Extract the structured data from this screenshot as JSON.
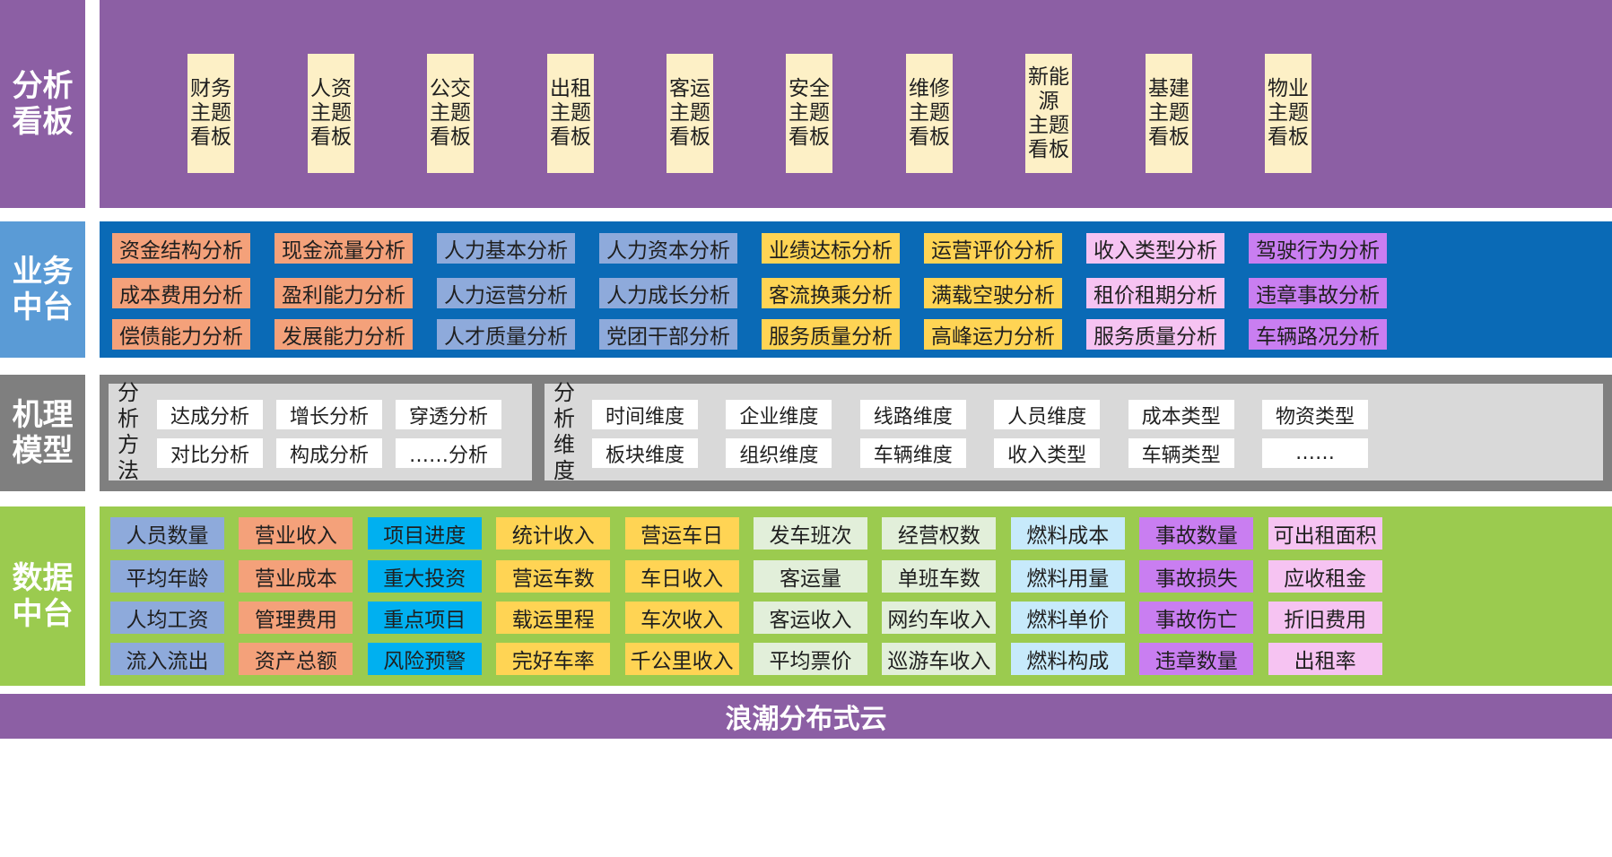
{
  "rows": {
    "analysis": {
      "label": "分析\n看板",
      "color": "#8c5fa4"
    },
    "business": {
      "label": "业务\n中台",
      "color": "#5a9bd6"
    },
    "model": {
      "label": "机理\n模型",
      "color": "#7f7f7f"
    },
    "data": {
      "label": "数据\n中台",
      "color": "#9bcb4f"
    }
  },
  "dashboards": [
    "财务\n主题\n看板",
    "人资\n主题\n看板",
    "公交\n主题\n看板",
    "出租\n主题\n看板",
    "客运\n主题\n看板",
    "安全\n主题\n看板",
    "维修\n主题\n看板",
    "新能\n源\n主题\n看板",
    "基建\n主题\n看板",
    "物业\n主题\n看板"
  ],
  "business_columns": [
    {
      "color": "#f4a17a",
      "items": [
        "资金结构分析",
        "成本费用分析",
        "偿债能力分析"
      ]
    },
    {
      "color": "#f4a17a",
      "items": [
        "现金流量分析",
        "盈利能力分析",
        "发展能力分析"
      ]
    },
    {
      "color": "#8eaadb",
      "items": [
        "人力基本分析",
        "人力运营分析",
        "人才质量分析"
      ]
    },
    {
      "color": "#8eaadb",
      "items": [
        "人力资本分析",
        "人力成长分析",
        "党团干部分析"
      ]
    },
    {
      "color": "#ffd454",
      "items": [
        "业绩达标分析",
        "客流换乘分析",
        "服务质量分析"
      ]
    },
    {
      "color": "#ffd454",
      "items": [
        "运营评价分析",
        "满载空驶分析",
        "高峰运力分析"
      ]
    },
    {
      "color": "#f6c3f2",
      "items": [
        "收入类型分析",
        "租价租期分析",
        "服务质量分析"
      ]
    },
    {
      "color": "#c97ef1",
      "items": [
        "驾驶行为分析",
        "违章事故分析",
        "车辆路况分析"
      ]
    }
  ],
  "methods": {
    "label": [
      "分",
      "析",
      "方",
      "法"
    ],
    "items": [
      "达成分析",
      "增长分析",
      "穿透分析",
      "对比分析",
      "构成分析",
      "……分析"
    ]
  },
  "dimensions": {
    "label": [
      "分",
      "析",
      "维",
      "度"
    ],
    "items": [
      "时间维度",
      "企业维度",
      "线路维度",
      "人员维度",
      "成本类型",
      "物资类型",
      "板块维度",
      "组织维度",
      "车辆维度",
      "收入类型",
      "车辆类型",
      "……"
    ]
  },
  "data_columns": [
    {
      "color": "#8eaadb",
      "items": [
        "人员数量",
        "平均年龄",
        "人均工资",
        "流入流出"
      ]
    },
    {
      "color": "#f4a17a",
      "items": [
        "营业收入",
        "营业成本",
        "管理费用",
        "资产总额"
      ]
    },
    {
      "color": "#00b0f0",
      "items": [
        "项目进度",
        "重大投资",
        "重点项目",
        "风险预警"
      ]
    },
    {
      "color": "#ffd454",
      "items": [
        "统计收入",
        "营运车数",
        "载运里程",
        "完好车率"
      ]
    },
    {
      "color": "#ffd454",
      "items": [
        "营运车日",
        "车日收入",
        "车次收入",
        "千公里收入"
      ]
    },
    {
      "color": "#e2efda",
      "items": [
        "发车班次",
        "客运量",
        "客运收入",
        "平均票价"
      ]
    },
    {
      "color": "#e2efda",
      "items": [
        "经营权数",
        "单班车数",
        "网约车收入",
        "巡游车收入"
      ]
    },
    {
      "color": "#c7eafb",
      "items": [
        "燃料成本",
        "燃料用量",
        "燃料单价",
        "燃料构成"
      ]
    },
    {
      "color": "#c97ef1",
      "items": [
        "事故数量",
        "事故损失",
        "事故伤亡",
        "违章数量"
      ]
    },
    {
      "color": "#f6c3f2",
      "items": [
        "可出租面积",
        "应收租金",
        "折旧费用",
        "出租率"
      ]
    }
  ],
  "footer": "浪潮分布式云"
}
